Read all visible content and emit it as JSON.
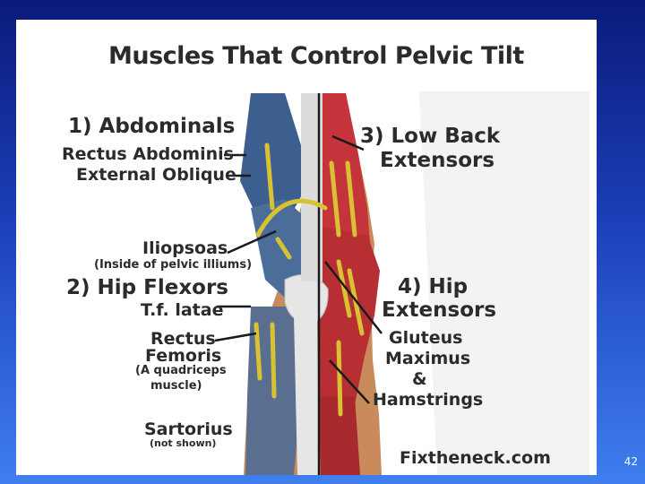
{
  "title": "Muscles That Control Pelvic Tilt",
  "labels": {
    "abdominals": "1) Abdominals",
    "rectus_abdominis": "Rectus Abdominis",
    "external_oblique": "External Oblique",
    "low_back_1": "3) Low Back",
    "low_back_2": "Extensors",
    "iliopsoas": "Iliopsoas",
    "iliopsoas_note": "(Inside of pelvic illiums)",
    "hip_flexors": "2) Hip Flexors",
    "tf_latae": "T.f. latae",
    "hip_ext_1": "4) Hip",
    "hip_ext_2": "Extensors",
    "rectus_femoris_1": "Rectus",
    "rectus_femoris_2": "Femoris",
    "quad_note_1": "(A quadriceps",
    "quad_note_2": "muscle)",
    "gluteus_1": "Gluteus",
    "gluteus_2": "Maximus",
    "ampersand": "&",
    "hamstrings": "Hamstrings",
    "sartorius": "Sartorius",
    "not_shown": "(not shown)"
  },
  "watermark": "Fixtheneck.com",
  "slide_number": "42",
  "colors": {
    "background_top": "#0a1a7a",
    "background_bottom": "#3f7ff0",
    "skin": "#c98a5c",
    "muscle_red": "#c4343a",
    "muscle_blue": "#3c5f8f",
    "arrow_yellow": "#d8c234",
    "bone": "#e6e6e6"
  }
}
